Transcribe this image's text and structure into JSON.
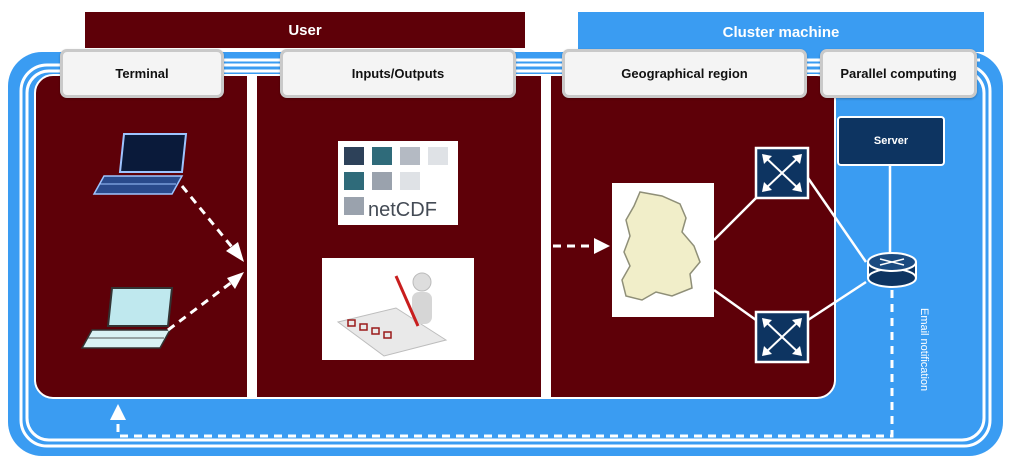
{
  "banners": {
    "user": "User",
    "cluster": "Cluster machine"
  },
  "tabs": {
    "terminal": "Terminal",
    "io": "Inputs/Outputs",
    "geo": "Geographical region",
    "parallel": "Parallel computing"
  },
  "server_label": "Server",
  "netcdf_label": "netCDF",
  "email_label": "Email notification",
  "colors": {
    "maroon": "#5e0008",
    "blue": "#3a9cf2",
    "navy": "#0d3461",
    "white": "#ffffff"
  }
}
